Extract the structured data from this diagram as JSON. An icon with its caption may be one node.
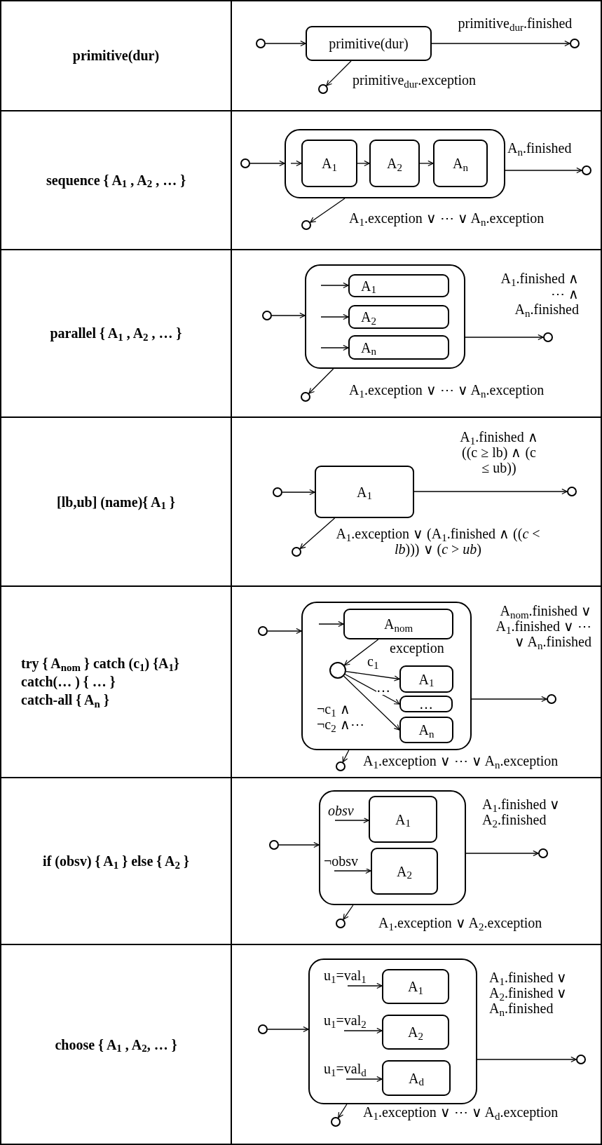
{
  "diagram": {
    "nodes": [
      {
        "text": [],
        "shape": "circle"
      },
      {
        "text": [
          "primitive(dur)"
        ]
      },
      {
        "text": [],
        "shape": "circle"
      },
      {
        "text": [],
        "shape": "circle"
      },
      {
        "text": [],
        "shape": "circle"
      },
      {
        "text": [],
        "shape": "box"
      },
      {
        "text": [
          "A$_{1}$"
        ],
        "in": 5
      },
      {
        "text": [
          "A$_{2}$"
        ],
        "in": 5
      },
      {
        "text": [
          "A$_{n}$"
        ],
        "in": 5
      },
      {
        "text": [],
        "shape": "circle"
      },
      {
        "text": [],
        "shape": "circle"
      },
      {
        "text": [],
        "shape": "circle"
      },
      {
        "text": [],
        "shape": "box"
      },
      {
        "text": [
          "A$_{1}$"
        ],
        "in": 12
      },
      {
        "text": [
          "A$_{2}$"
        ],
        "in": 12
      },
      {
        "text": [
          "A$_{n}$"
        ],
        "in": 12
      },
      {
        "text": [],
        "shape": "circle"
      },
      {
        "text": [],
        "shape": "circle"
      },
      {
        "text": [],
        "shape": "circle"
      },
      {
        "text": [
          "A$_{1}$"
        ]
      },
      {
        "text": [],
        "shape": "circle"
      },
      {
        "text": [],
        "shape": "circle"
      },
      {
        "text": [],
        "shape": "circle"
      },
      {
        "text": [],
        "shape": "box"
      },
      {
        "text": [
          "A$_{nom}$"
        ],
        "in": 23
      },
      {
        "text": [],
        "shape": "circle",
        "in": 23
      },
      {
        "text": [
          "A$_{1}$"
        ],
        "in": 23
      },
      {
        "text": [
          "…"
        ],
        "in": 23
      },
      {
        "text": [
          "A$_{n}$"
        ],
        "in": 23
      },
      {
        "text": [],
        "shape": "circle"
      },
      {
        "text": [],
        "shape": "circle"
      },
      {
        "text": [],
        "shape": "circle"
      },
      {
        "text": [],
        "shape": "box"
      },
      {
        "text": [
          "A$_{1}$"
        ],
        "in": 32
      },
      {
        "text": [
          "A$_{2}$"
        ],
        "in": 32
      },
      {
        "text": [],
        "shape": "circle"
      },
      {
        "text": [],
        "shape": "circle"
      },
      {
        "text": [],
        "shape": "circle"
      },
      {
        "text": [],
        "shape": "box"
      },
      {
        "text": [
          "A$_{1}$"
        ],
        "in": 38
      },
      {
        "text": [
          "A$_{2}$"
        ],
        "in": 38
      },
      {
        "text": [
          "A$_{d}$"
        ],
        "in": 38
      },
      {
        "text": [],
        "shape": "circle"
      },
      {
        "text": [],
        "shape": "circle"
      }
    ],
    "edges": [
      {
        "from": 0,
        "to": 1,
        "arrow": "to"
      },
      {
        "from": 1,
        "to": 2,
        "arrow": "to",
        "label": "primitive$_{dur}$.finished"
      },
      {
        "from": 1,
        "to": 3,
        "arrow": "to",
        "label": "primitive$_{dur}$.exception"
      },
      {
        "from": 4,
        "to": 5,
        "arrow": "to"
      },
      {
        "from": null,
        "to": 6,
        "arrow": "to"
      },
      {
        "from": 6,
        "to": 7,
        "arrow": "to"
      },
      {
        "from": 7,
        "to": 8,
        "arrow": "to"
      },
      {
        "from": 5,
        "to": 9,
        "arrow": "to",
        "label": "A$_{n}$.finished"
      },
      {
        "from": 5,
        "to": 10,
        "arrow": "to",
        "label": "A$_{1}$.exception ∨ ⋯ ∨ A$_{n}$.exception"
      },
      {
        "from": 11,
        "to": 12,
        "arrow": "to"
      },
      {
        "from": null,
        "to": 13,
        "arrow": "to"
      },
      {
        "from": null,
        "to": 14,
        "arrow": "to"
      },
      {
        "from": null,
        "to": 15,
        "arrow": "to"
      },
      {
        "from": 12,
        "to": 16,
        "arrow": "to",
        "label": "A$_{1}$.finished ∧ ⋯ ∧ A$_{n}$.finished"
      },
      {
        "from": 12,
        "to": 17,
        "arrow": "to",
        "label": "A$_{1}$.exception ∨ ⋯ ∨ A$_{n}$.exception"
      },
      {
        "from": 18,
        "to": 19,
        "arrow": "to"
      },
      {
        "from": 19,
        "to": 20,
        "arrow": "to",
        "label": "A$_{1}$.finished ∧ ((c ≥ lb) ∧ (c ≤ ub))"
      },
      {
        "from": 19,
        "to": 21,
        "arrow": "to",
        "label": "A$_{1}$.exception ∨ (A$_{1}$.finished ∧ ((*c* < *lb*))) ∨ (*c* > *ub*)"
      },
      {
        "from": 22,
        "to": 23,
        "arrow": "to"
      },
      {
        "from": null,
        "to": 24,
        "arrow": "to"
      },
      {
        "from": 24,
        "to": 25,
        "arrow": "to",
        "label": "exception"
      },
      {
        "from": 25,
        "to": 26,
        "arrow": "to",
        "label": "c$_{1}$"
      },
      {
        "from": 25,
        "to": 27,
        "arrow": "to",
        "label": "…"
      },
      {
        "from": 25,
        "to": 28,
        "arrow": "to",
        "label": "¬c$_{1}$ ∧ ¬c$_{2}$ ∧⋯"
      },
      {
        "from": 23,
        "to": 29,
        "arrow": "to",
        "label": "A$_{nom}$.finished ∨ A$_{1}$.finished ∨ ⋯ ∨ A$_{n}$.finished"
      },
      {
        "from": 23,
        "to": 30,
        "arrow": "to",
        "label": "A$_{1}$.exception ∨ ⋯ ∨ A$_{n}$.exception"
      },
      {
        "from": 31,
        "to": 32,
        "arrow": "to"
      },
      {
        "from": null,
        "to": 33,
        "arrow": "to",
        "label": "*obsv*"
      },
      {
        "from": null,
        "to": 34,
        "arrow": "to",
        "label": "¬obsv"
      },
      {
        "from": 32,
        "to": 35,
        "arrow": "to",
        "label": "A$_{1}$.finished ∨ A$_{2}$.finished"
      },
      {
        "from": 32,
        "to": 36,
        "arrow": "to",
        "label": "A$_{1}$.exception ∨ A$_{2}$.exception"
      },
      {
        "from": 37,
        "to": 38,
        "arrow": "to"
      },
      {
        "from": null,
        "to": 39,
        "arrow": "to",
        "label": "u$_{1}$=val$_{1}$"
      },
      {
        "from": null,
        "to": 40,
        "arrow": "to",
        "label": "u$_{1}$=val$_{2}$"
      },
      {
        "from": null,
        "to": 41,
        "arrow": "to",
        "label": "u$_{1}$=val$_{d}$"
      },
      {
        "from": 38,
        "to": 42,
        "arrow": "to",
        "label": "A$_{1}$.finished ∨ A$_{2}$.finished ∨ A$_{n}$.finished"
      },
      {
        "from": 38,
        "to": 43,
        "arrow": "to",
        "label": "A$_{1}$.exception ∨ ⋯ ∨ A$_{d}$.exception"
      }
    ],
    "labels": [
      "primitive(dur)",
      "sequence { A$_{1}$ , A$_{2}$ , … }",
      "parallel { A$_{1}$ , A$_{2}$ , … }",
      "[lb,ub] (name){ A$_{1}$ }",
      "try { A$_{nom}$ } catch (c$_{1}$) {A$_{1}$}",
      "catch(… ) { … }",
      "catch-all { A$_{n}$ }",
      "if (obsv) { A$_{1}$ } else { A$_{2}$ }",
      "choose { A$_{1}$ , A$_{2}$, … }"
    ]
  }
}
